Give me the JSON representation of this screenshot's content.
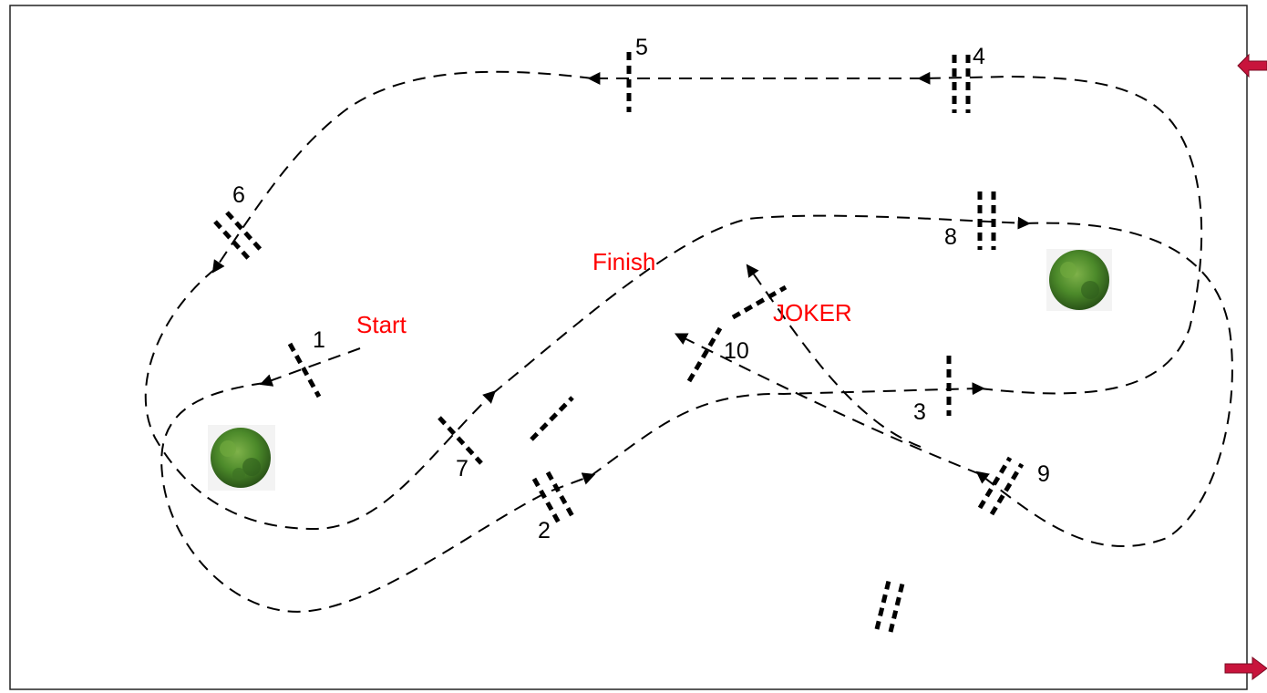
{
  "colors": {
    "border": "#222222",
    "path": "#000000",
    "label_red": "#ff0000",
    "exit_arrow": "#c8143c",
    "tree_dark": "#2f5e1d",
    "tree_light": "#5e9b35"
  },
  "labels": {
    "start": "Start",
    "finish": "Finish",
    "joker": "JOKER"
  },
  "obstacles": [
    {
      "number": "1"
    },
    {
      "number": "2"
    },
    {
      "number": "3"
    },
    {
      "number": "4"
    },
    {
      "number": "5"
    },
    {
      "number": "6"
    },
    {
      "number": "7"
    },
    {
      "number": "8"
    },
    {
      "number": "9"
    },
    {
      "number": "10"
    }
  ],
  "icons": [
    "tree-icon",
    "exit-arrow-icon"
  ]
}
